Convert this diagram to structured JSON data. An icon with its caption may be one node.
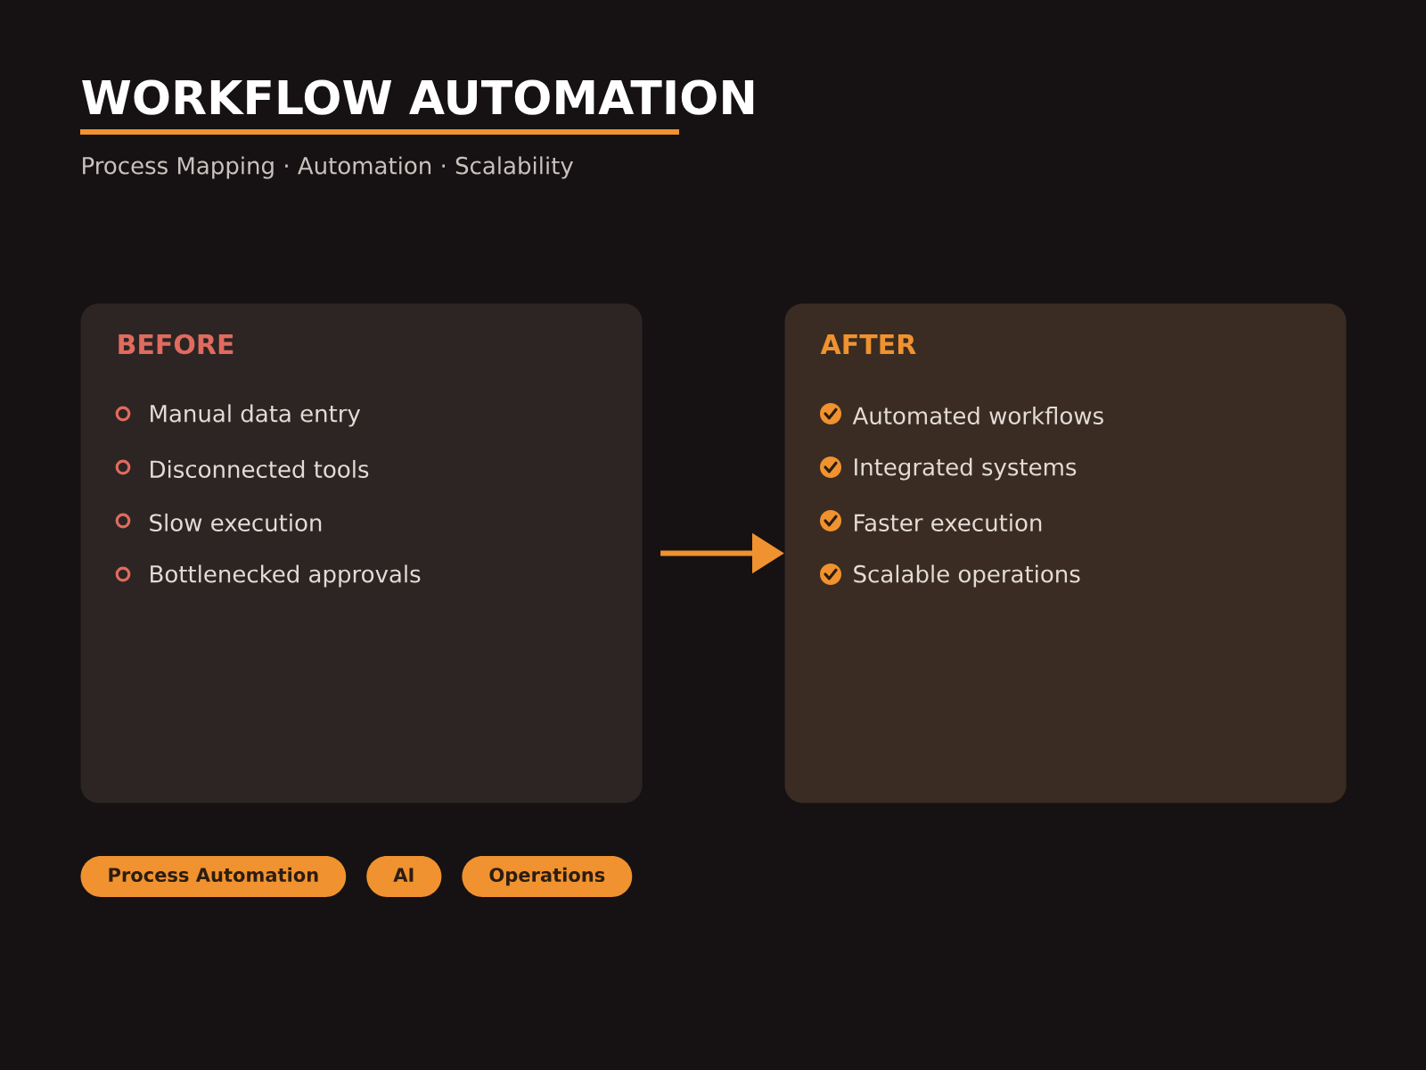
{
  "diagram": {
    "title": "WORKFLOW AUTOMATION",
    "nodes": [
      {
        "text": [
          "BEFORE",
          "Manual data entry",
          "Disconnected tools",
          "Slow execution",
          "Bottlenecked approvals"
        ]
      },
      {
        "text": [
          "AFTER",
          "Automated workflows",
          "Integrated systems",
          "Faster execution",
          "Scalable operations"
        ]
      },
      {
        "text": [
          "Process Automation"
        ]
      },
      {
        "text": [
          "AI"
        ]
      },
      {
        "text": [
          "Operations"
        ]
      }
    ],
    "edges": [
      {
        "from": 0,
        "to": 1,
        "arrow": "to"
      }
    ],
    "labels": [
      "Process Mapping · Automation · Scalability"
    ]
  }
}
